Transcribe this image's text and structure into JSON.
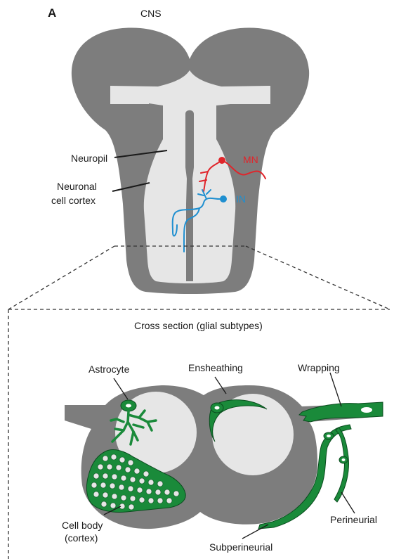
{
  "panel_letter": "A",
  "top": {
    "title": "CNS",
    "labels": {
      "neuropil": "Neuropil",
      "cortex_line1": "Neuronal",
      "cortex_line2": "cell cortex",
      "mn": "MN",
      "in": "IN"
    }
  },
  "bottom": {
    "title": "Cross section (glial subtypes)",
    "labels": {
      "astrocyte": "Astrocyte",
      "ensheathing": "Ensheathing",
      "wrapping": "Wrapping",
      "cell_body_line1": "Cell body",
      "cell_body_line2": "(cortex)",
      "perineurial": "Perineurial",
      "subperineurial": "Subperineurial"
    }
  },
  "colors": {
    "tissue": "#7d7d7d",
    "neuropil": "#e6e6e6",
    "glia": "#1a8a3a",
    "glia_dark": "#0b4d1f",
    "motor_neuron": "#e0252b",
    "interneuron": "#1f8fd0"
  }
}
